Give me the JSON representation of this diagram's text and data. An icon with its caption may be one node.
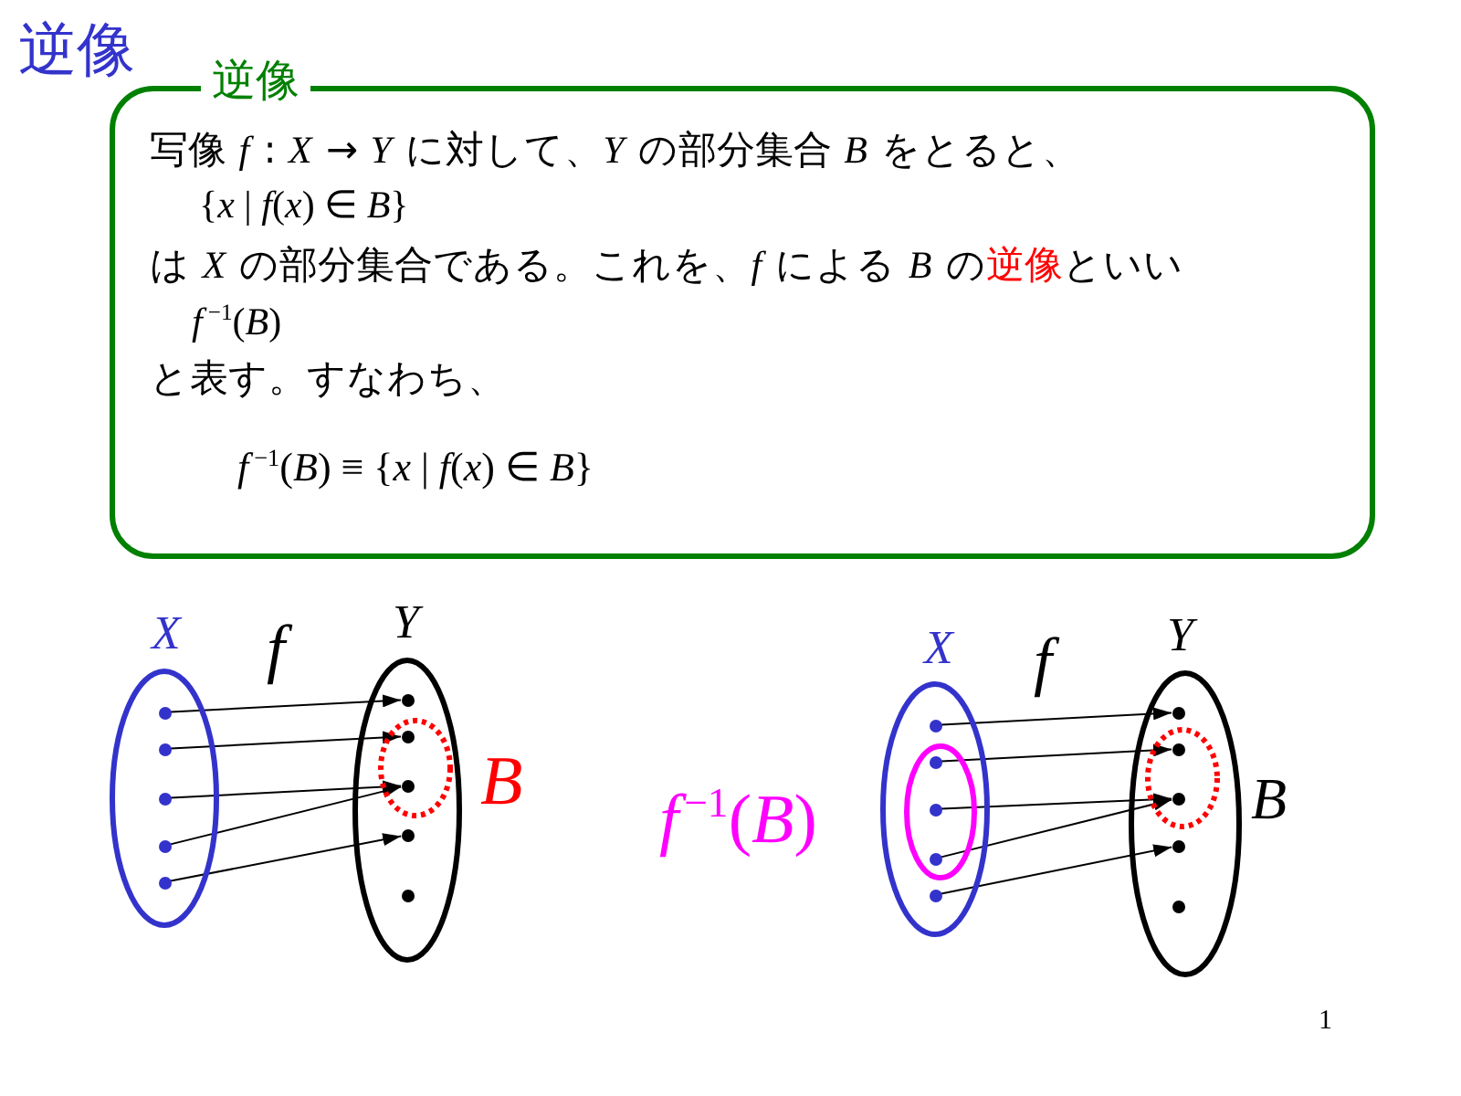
{
  "diagram": {
    "title": "逆像",
    "nodes": [
      {
        "text": [
          "逆像",
          "写像 *f* : *X* → *Y* に対して、*Y* の部分集合 *B* をとると、",
          "{*x* | *f*(*x*) ∈ *B*}",
          "は *X* の部分集合である。これを、*f* による *B* の**逆像**といい",
          "*f*$^{−1}$(*B*)",
          "と表す。すなわち、",
          "*f*$^{−1}$(*B*) ≡ {*x* | *f*(*x*) ∈ *B*}"
        ]
      },
      {
        "text": [
          "X"
        ]
      },
      {
        "text": [],
        "shape": "dot",
        "in": 1
      },
      {
        "text": [],
        "shape": "dot",
        "in": 1
      },
      {
        "text": [],
        "shape": "dot",
        "in": 1
      },
      {
        "text": [],
        "shape": "dot",
        "in": 1
      },
      {
        "text": [],
        "shape": "dot",
        "in": 1
      },
      {
        "text": [
          "Y"
        ]
      },
      {
        "text": [],
        "shape": "dot",
        "in": 7
      },
      {
        "text": [
          "B"
        ],
        "in": 7
      },
      {
        "text": [],
        "shape": "dot",
        "in": 9
      },
      {
        "text": [],
        "shape": "dot",
        "in": 9
      },
      {
        "text": [],
        "shape": "dot",
        "in": 7
      },
      {
        "text": [],
        "shape": "dot",
        "in": 7
      },
      {
        "text": [
          "X"
        ]
      },
      {
        "text": [],
        "shape": "dot",
        "in": 14
      },
      {
        "text": [
          "*f*$^{−1}$(*B*)"
        ],
        "in": 14
      },
      {
        "text": [],
        "shape": "dot",
        "in": 16
      },
      {
        "text": [],
        "shape": "dot",
        "in": 16
      },
      {
        "text": [],
        "shape": "dot",
        "in": 16
      },
      {
        "text": [],
        "shape": "dot",
        "in": 14
      },
      {
        "text": [
          "Y"
        ]
      },
      {
        "text": [],
        "shape": "dot",
        "in": 21
      },
      {
        "text": [
          "B"
        ],
        "in": 21
      },
      {
        "text": [],
        "shape": "dot",
        "in": 23
      },
      {
        "text": [],
        "shape": "dot",
        "in": 23
      },
      {
        "text": [],
        "shape": "dot",
        "in": 21
      },
      {
        "text": [],
        "shape": "dot",
        "in": 21
      }
    ],
    "edges": [
      {
        "from": 2,
        "to": 8,
        "arrow": "to"
      },
      {
        "from": 3,
        "to": 10,
        "arrow": "to"
      },
      {
        "from": 4,
        "to": 11,
        "arrow": "to"
      },
      {
        "from": 5,
        "to": 11,
        "arrow": "to"
      },
      {
        "from": 6,
        "to": 12,
        "arrow": "to"
      },
      {
        "from": 15,
        "to": 22,
        "arrow": "to"
      },
      {
        "from": 17,
        "to": 24,
        "arrow": "to"
      },
      {
        "from": 18,
        "to": 25,
        "arrow": "to"
      },
      {
        "from": 19,
        "to": 25,
        "arrow": "to"
      },
      {
        "from": 20,
        "to": 26,
        "arrow": "to"
      }
    ],
    "labels": [
      "f",
      "f",
      "1"
    ]
  }
}
